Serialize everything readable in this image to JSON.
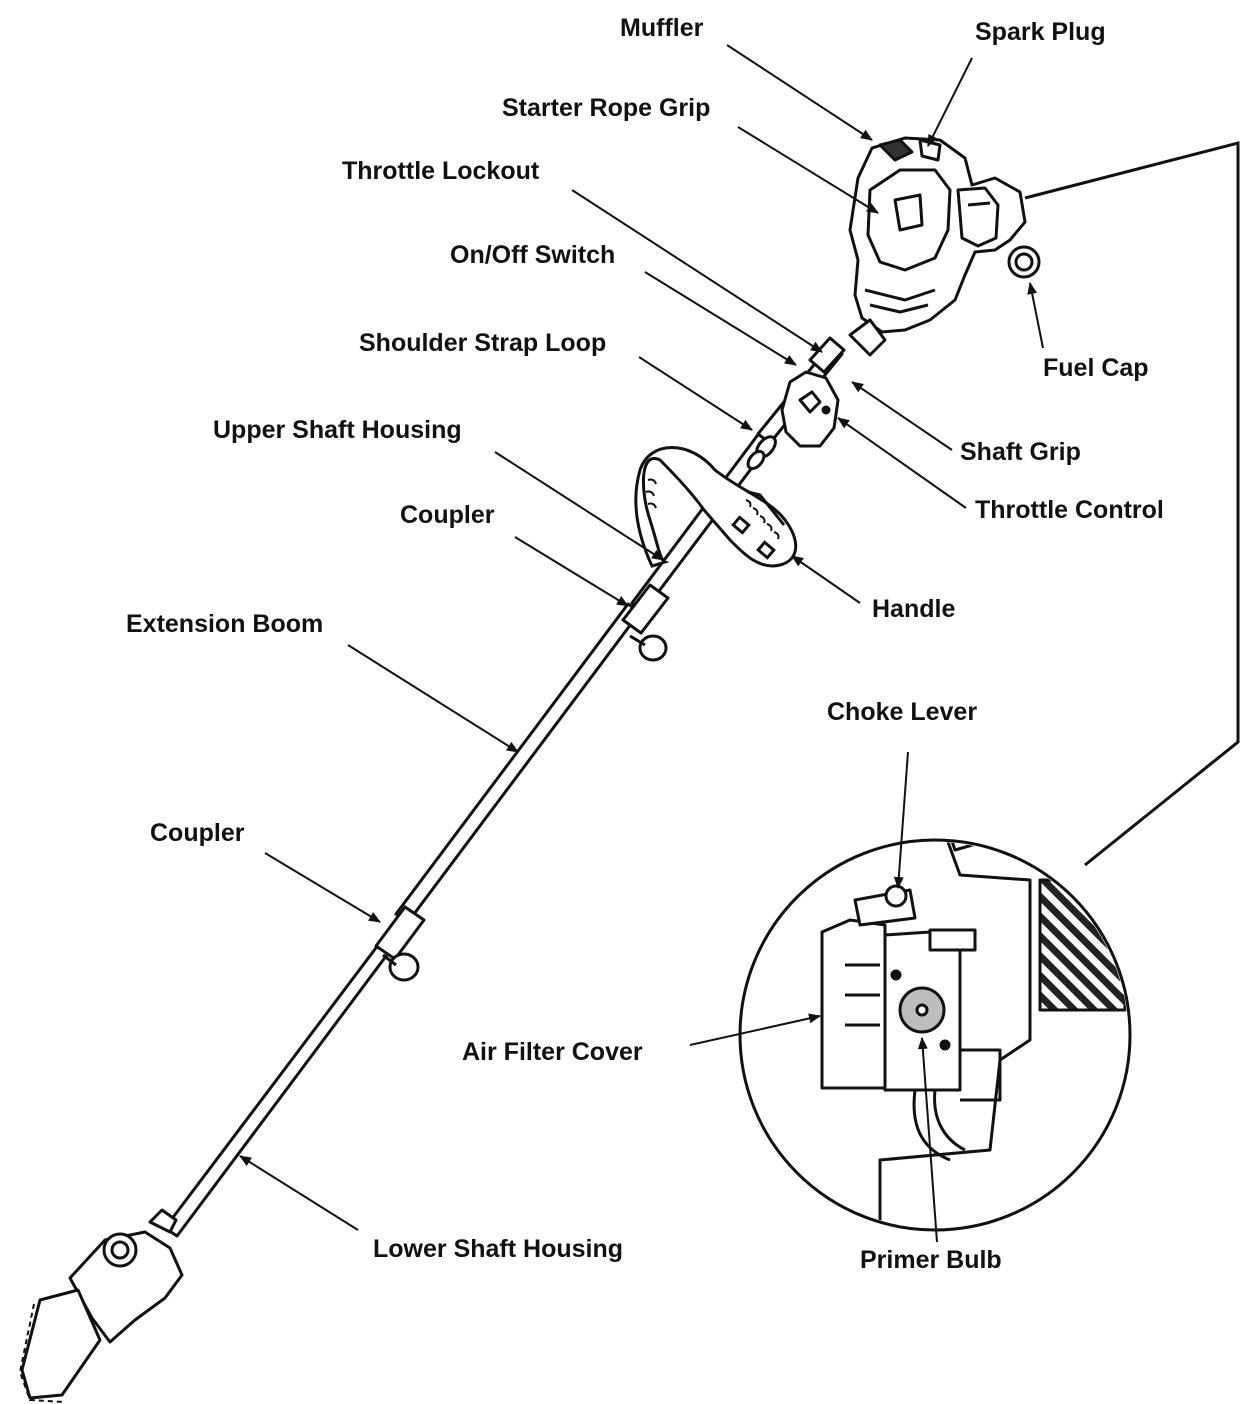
{
  "labels": {
    "muffler": "Muffler",
    "spark_plug": "Spark Plug",
    "starter_rope_grip": "Starter Rope Grip",
    "throttle_lockout": "Throttle Lockout",
    "on_off_switch": "On/Off Switch",
    "shoulder_strap_loop": "Shoulder Strap Loop",
    "upper_shaft_housing": "Upper Shaft Housing",
    "coupler_upper": "Coupler",
    "extension_boom": "Extension Boom",
    "coupler_lower": "Coupler",
    "lower_shaft_housing": "Lower Shaft Housing",
    "fuel_cap": "Fuel Cap",
    "shaft_grip": "Shaft Grip",
    "throttle_control": "Throttle Control",
    "handle": "Handle",
    "choke_lever": "Choke Lever",
    "air_filter_cover": "Air Filter Cover",
    "primer_bulb": "Primer Bulb"
  },
  "colors": {
    "line": "#111111",
    "background": "#ffffff",
    "fill_gray": "#bdbdbd"
  }
}
